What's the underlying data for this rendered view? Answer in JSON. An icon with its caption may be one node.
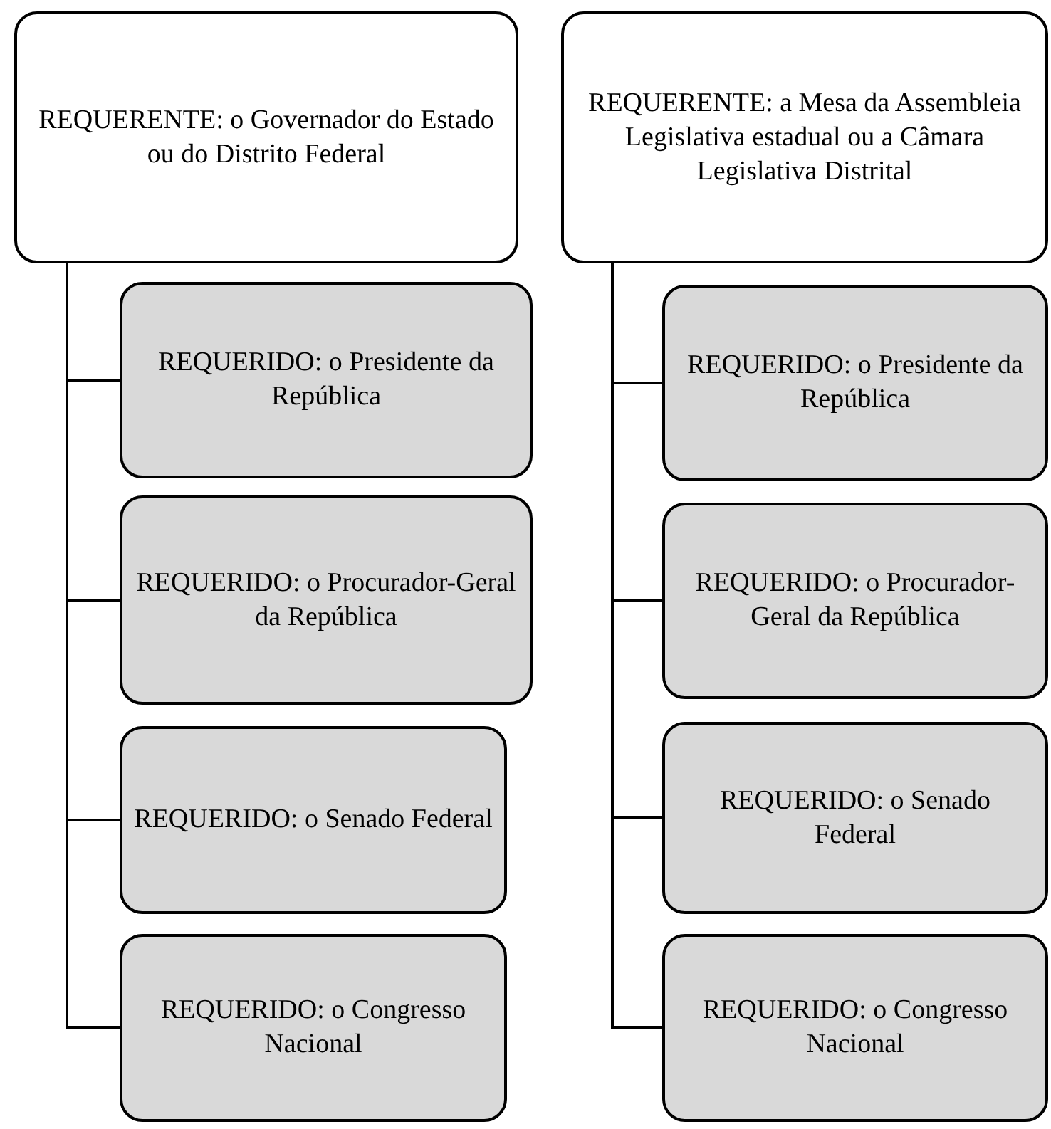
{
  "diagram": {
    "nodes": [
      {
        "text": [
          "REQUERENTE: o Governador do Estado ou do Distrito Federal"
        ]
      },
      {
        "text": [
          "REQUERIDO: o Presidente da República"
        ]
      },
      {
        "text": [
          "REQUERIDO: o Procurador-Geral da República"
        ]
      },
      {
        "text": [
          "REQUERIDO: o Senado Federal"
        ]
      },
      {
        "text": [
          "REQUERIDO: o Congresso Nacional"
        ]
      },
      {
        "text": [
          "REQUERENTE: a Mesa da Assembleia Legislativa estadual ou a Câmara Legislativa Distrital"
        ]
      },
      {
        "text": [
          "REQUERIDO: o Presidente da República"
        ]
      },
      {
        "text": [
          "REQUERIDO: o Procurador-Geral da República"
        ]
      },
      {
        "text": [
          "REQUERIDO: o Senado Federal"
        ]
      },
      {
        "text": [
          "REQUERIDO: o Congresso Nacional"
        ]
      }
    ],
    "edges": [
      {
        "from": 0,
        "to": 1,
        "arrow": "none"
      },
      {
        "from": 0,
        "to": 2,
        "arrow": "none"
      },
      {
        "from": 0,
        "to": 3,
        "arrow": "none"
      },
      {
        "from": 0,
        "to": 4,
        "arrow": "none"
      },
      {
        "from": 5,
        "to": 6,
        "arrow": "none"
      },
      {
        "from": 5,
        "to": 7,
        "arrow": "none"
      },
      {
        "from": 5,
        "to": 8,
        "arrow": "none"
      },
      {
        "from": 5,
        "to": 9,
        "arrow": "none"
      }
    ]
  }
}
